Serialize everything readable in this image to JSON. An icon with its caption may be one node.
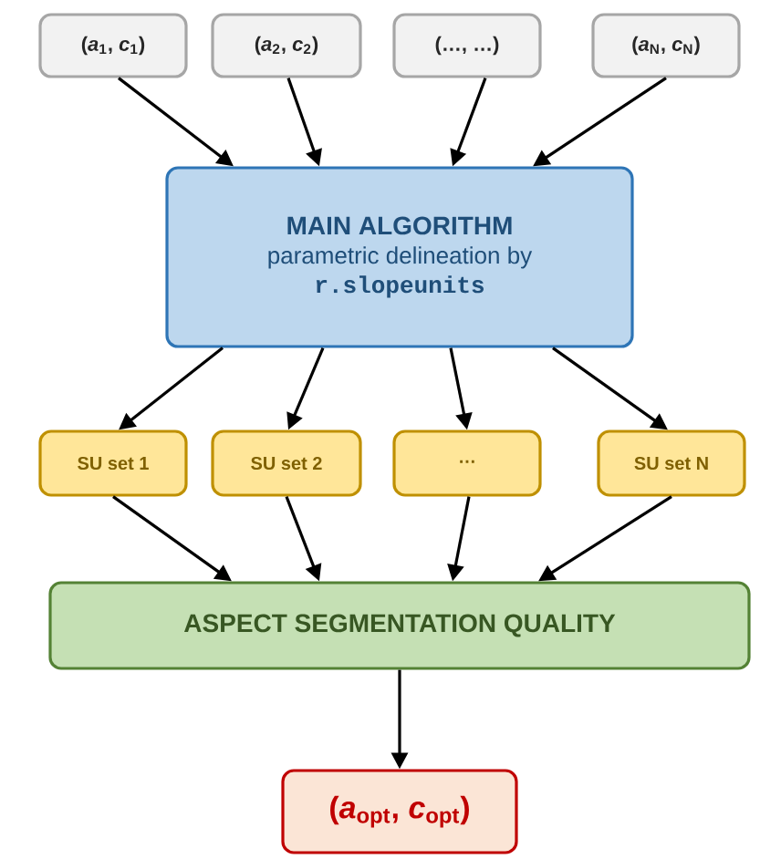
{
  "diagram": {
    "nodes": [
      {
        "text": [
          "(*a*$_{1}$, *c*$_{1}$)"
        ]
      },
      {
        "text": [
          "(*a*$_{2}$, *c*$_{2}$)"
        ]
      },
      {
        "text": [
          "(…, …)"
        ]
      },
      {
        "text": [
          "(*a*$_{N}$, *c*$_{N}$)"
        ]
      },
      {
        "text": [
          "MAIN ALGORITHM",
          "parametric delineation by",
          "r.slopeunits"
        ]
      },
      {
        "text": [
          "SU set 1"
        ]
      },
      {
        "text": [
          "SU set 2"
        ]
      },
      {
        "text": [
          "…"
        ]
      },
      {
        "text": [
          "SU set N"
        ]
      },
      {
        "text": [
          "ASPECT SEGMENTATION  QUALITY"
        ]
      },
      {
        "text": [
          "(*a*$_{opt}$, *c*$_{opt}$)"
        ]
      }
    ],
    "edges": [
      {
        "from": 0,
        "to": 4,
        "arrow": "to"
      },
      {
        "from": 1,
        "to": 4,
        "arrow": "to"
      },
      {
        "from": 2,
        "to": 4,
        "arrow": "to"
      },
      {
        "from": 3,
        "to": 4,
        "arrow": "to"
      },
      {
        "from": 4,
        "to": 5,
        "arrow": "to"
      },
      {
        "from": 4,
        "to": 6,
        "arrow": "to"
      },
      {
        "from": 4,
        "to": 7,
        "arrow": "to"
      },
      {
        "from": 4,
        "to": 8,
        "arrow": "to"
      },
      {
        "from": 5,
        "to": 9,
        "arrow": "to"
      },
      {
        "from": 6,
        "to": 9,
        "arrow": "to"
      },
      {
        "from": 7,
        "to": 9,
        "arrow": "to"
      },
      {
        "from": 8,
        "to": 9,
        "arrow": "to"
      },
      {
        "from": 9,
        "to": 10,
        "arrow": "to"
      }
    ]
  }
}
